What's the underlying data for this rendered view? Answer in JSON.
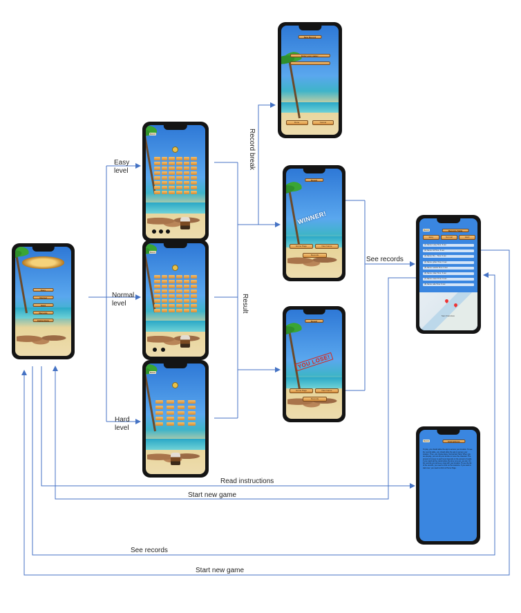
{
  "colors": {
    "connector": "#4472c4",
    "label_text": "#222222",
    "phone_frame": "#141414"
  },
  "labels": {
    "easy": [
      "Easy",
      "level"
    ],
    "normal": [
      "Normal",
      "level"
    ],
    "hard": [
      "Hard",
      "level"
    ],
    "record_break": "Record break",
    "result": "Result",
    "see_records_right": "See records",
    "read_instructions": "Read instructions",
    "start_new_game_inner": "Start new game",
    "see_records_bottom": "See records",
    "start_new_game_bottom": "Start new game"
  },
  "screens": {
    "main_menu": {
      "buttons": [
        "Easy",
        "Normal",
        "Hard",
        "Records",
        "Instructions"
      ]
    },
    "new_record": {
      "title": "New Record",
      "prompt": "Enter your name:",
      "buttons": [
        "Done",
        "Cancel"
      ]
    },
    "winner": {
      "title": "Result",
      "stamp": "WINNER!",
      "buttons": [
        "Home Page",
        "New Game",
        "Records"
      ]
    },
    "loser": {
      "title": "Result",
      "stamp": "YOU LOSE!",
      "buttons": [
        "Home Page",
        "New Game",
        "Records"
      ]
    },
    "records_table": {
      "title": "Records Table",
      "tabs": [
        "Easy",
        "Normal",
        "Hard"
      ],
      "rows": [
        "(1) Name: Loay Time: 6 sec",
        "(2) Name: Ali Time: 6 sec",
        "(3) Name: Ro... Time: 6 sec",
        "(4) Name: gihan Time: 6 sec",
        "(5) Name: samirk Time: 6 sec",
        "(6) Name: nitan Time: 6 sec",
        "(7) Name: owen Time: 6 sec",
        "(8) Name: ada Time: 6 sec"
      ],
      "map_label": "San Francisco"
    },
    "instructions": {
      "title": "Instructions",
      "text": "To play, you should allow the app to access your location. To see the records table, you should allow the app to access your location. Then, you choose Easy, Normal and Hard. When you are playing, you can tilt your device to move the character. The amount of moves in each level depends on the amount of cards. If you match all the cards before the time runs out, you win. On the records you will see a map with your location. To see the list of the records, you need to click on the locations. If you want to start over, you need to click on Home Page."
    },
    "back_badge": "BACK"
  }
}
